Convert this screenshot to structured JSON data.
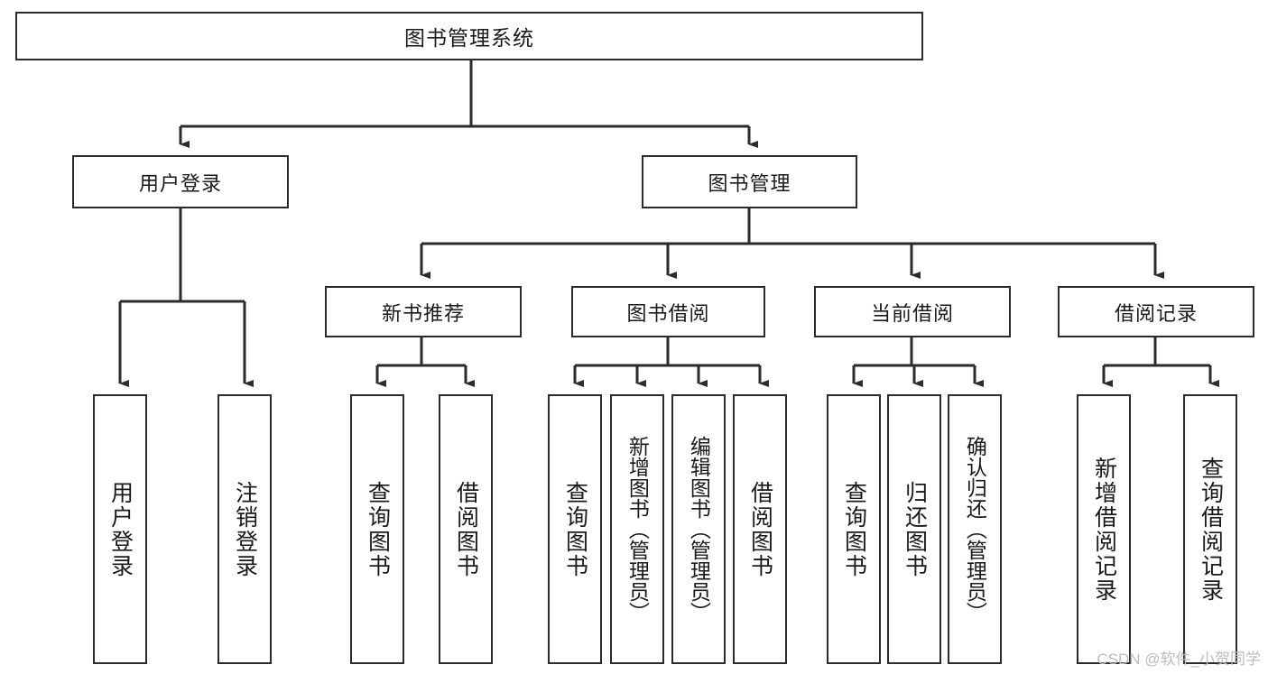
{
  "diagram": {
    "title": "图书管理系统",
    "type": "hierarchy-tree",
    "root": {
      "label": "图书管理系统"
    },
    "level2": [
      {
        "label": "用户登录"
      },
      {
        "label": "图书管理"
      }
    ],
    "level3": [
      {
        "label": "新书推荐"
      },
      {
        "label": "图书借阅"
      },
      {
        "label": "当前借阅"
      },
      {
        "label": "借阅记录"
      }
    ],
    "leaves": {
      "user_login": [
        {
          "label": "用户登录"
        },
        {
          "label": "注销登录"
        }
      ],
      "new_book_recommend": [
        {
          "label": "查询图书"
        },
        {
          "label": "借阅图书"
        }
      ],
      "book_borrow": [
        {
          "label": "查询图书"
        },
        {
          "label": "新增图书（管理员）"
        },
        {
          "label": "编辑图书（管理员）"
        },
        {
          "label": "借阅图书"
        }
      ],
      "current_borrow": [
        {
          "label": "查询图书"
        },
        {
          "label": "归还图书"
        },
        {
          "label": "确认归还（管理员）"
        }
      ],
      "borrow_records": [
        {
          "label": "新增借阅记录"
        },
        {
          "label": "查询借阅记录"
        }
      ]
    }
  },
  "watermark": {
    "text": "CSDN @软件_小贺同学"
  },
  "colors": {
    "stroke": "#2b2b2b",
    "background": "#ffffff",
    "text": "#1a1a1a",
    "watermark": "#bdbdbd"
  }
}
